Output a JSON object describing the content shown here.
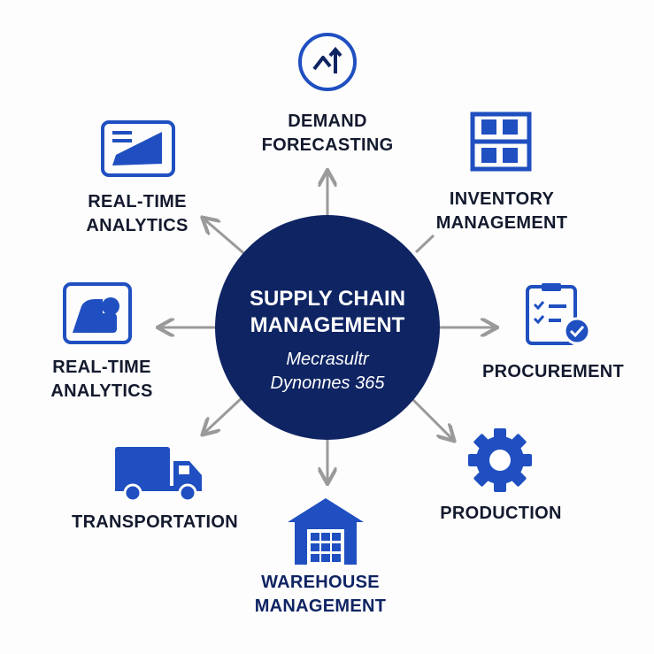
{
  "center": {
    "title_line1": "SUPPLY CHAIN",
    "title_line2": "MANAGEMENT",
    "subtitle_line1": "Mecrasultr",
    "subtitle_line2": "Dynonnes 365"
  },
  "nodes": {
    "demand": {
      "line1": "DEMAND",
      "line2": "FORECASTING",
      "icon": "trend-up-icon"
    },
    "inventory": {
      "line1": "INVENTORY",
      "line2": "MANAGEMENT",
      "icon": "shelves-icon"
    },
    "analytics1": {
      "line1": "REAL-TIME",
      "line2": "ANALYTICS",
      "icon": "chart-screen-icon"
    },
    "analytics2": {
      "line1": "REAL-TIME",
      "line2": "ANALYTICS",
      "icon": "user-card-icon"
    },
    "procurement": {
      "line1": "PROCUREMENT",
      "icon": "clipboard-check-icon"
    },
    "transportation": {
      "line1": "TRANSPORTATION",
      "icon": "truck-icon"
    },
    "warehouse": {
      "line1": "WAREHOUSE",
      "line2": "MANAGEMENT",
      "icon": "warehouse-icon"
    },
    "production": {
      "line1": "PRODUCTION",
      "icon": "gear-icon"
    }
  },
  "colors": {
    "navy": "#0f2463",
    "blue": "#1f4fc0",
    "arrow": "#9a9a9a"
  }
}
